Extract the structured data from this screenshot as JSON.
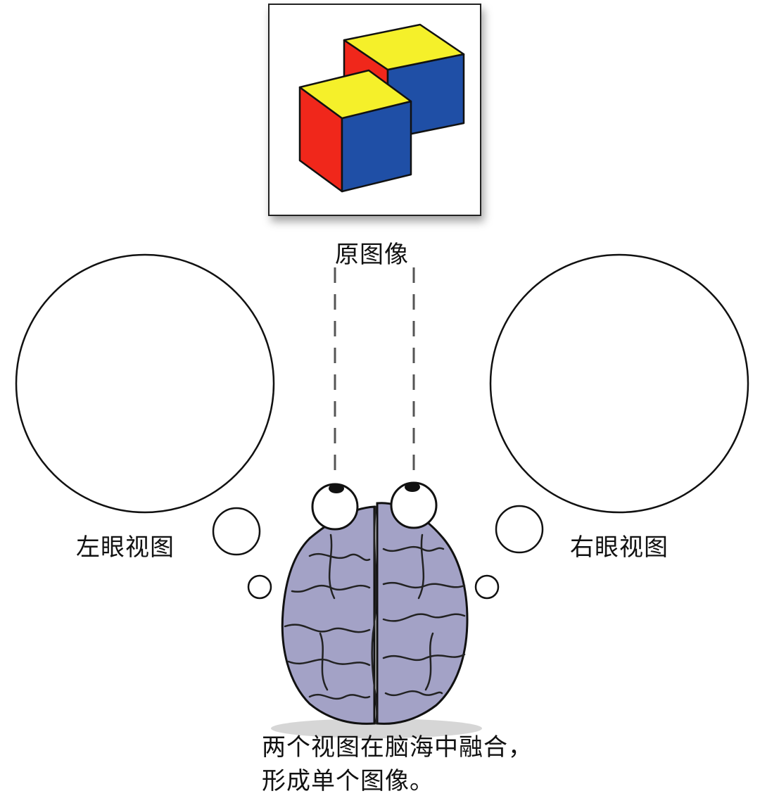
{
  "labels": {
    "original": "原图像",
    "left_view": "左眼视图",
    "right_view": "右眼视图",
    "caption_line1": "两个视图在脑海中融合，",
    "caption_line2": "形成单个图像。"
  },
  "colors": {
    "yellow": "#f5f02a",
    "red": "#f0271b",
    "blue": "#1f4fa6",
    "brain": "#a3a2c6",
    "outline": "#111111"
  }
}
